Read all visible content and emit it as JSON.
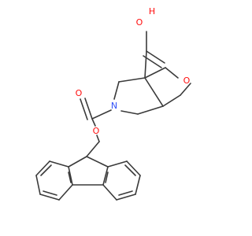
{
  "molecule": {
    "atoms": {
      "oh_oxygen": {
        "symbol": "O",
        "color": "#ff0d0d"
      },
      "oh_hydrogen": {
        "symbol": "H",
        "color": "#ff0d0d"
      },
      "ring_oxygen": {
        "symbol": "O",
        "color": "#ff0d0d"
      },
      "carbamate_carbonyl_oxygen": {
        "symbol": "O",
        "color": "#ff0d0d"
      },
      "ester_oxygen": {
        "symbol": "O",
        "color": "#ff0d0d"
      },
      "ring_nitrogen": {
        "symbol": "N",
        "color": "#3050f8"
      }
    },
    "bond_color": "#3a3a3a"
  }
}
